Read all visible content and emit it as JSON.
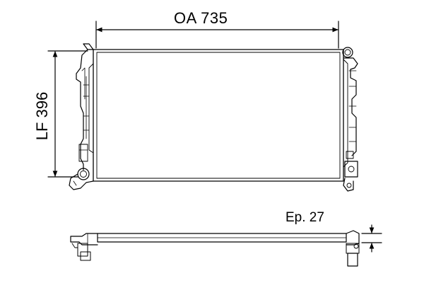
{
  "dimensions": {
    "width_label": "OA 735",
    "height_label": "LF 396",
    "depth_label": "Ep. 27"
  },
  "colors": {
    "line": "#000000",
    "background": "#ffffff"
  }
}
